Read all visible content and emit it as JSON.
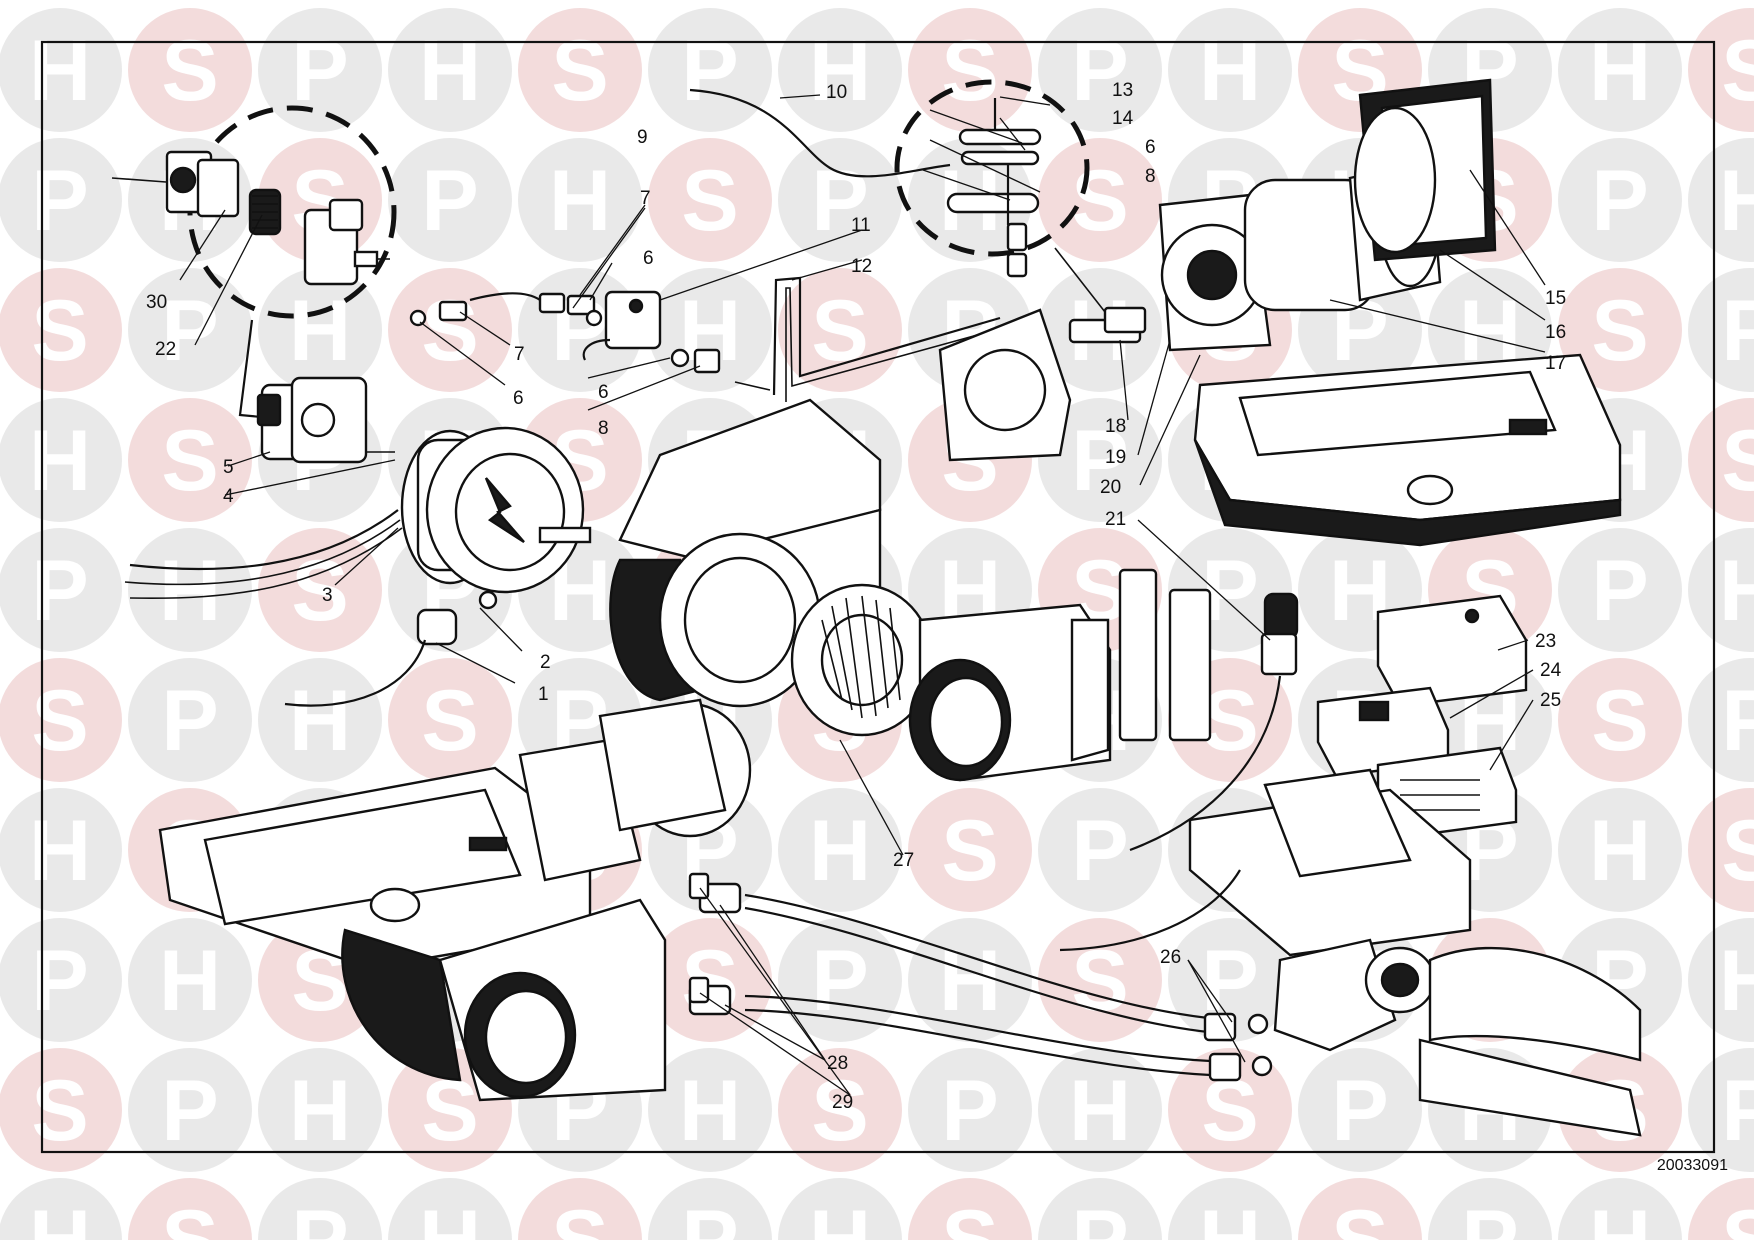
{
  "watermark": {
    "letters": [
      "H",
      "S",
      "P"
    ],
    "color": "#e9e9e9",
    "accent": "#f3dcdc"
  },
  "reference_code": "20033091",
  "callouts": [
    "1",
    "2",
    "3",
    "4",
    "5",
    "6",
    "7",
    "8",
    "9",
    "10",
    "11",
    "12",
    "13",
    "14",
    "15",
    "16",
    "17",
    "18",
    "19",
    "20",
    "21",
    "22",
    "23",
    "24",
    "25",
    "26",
    "27",
    "28",
    "29",
    "30"
  ],
  "colors": {
    "ink": "#111111",
    "paper": "#ffffff"
  }
}
